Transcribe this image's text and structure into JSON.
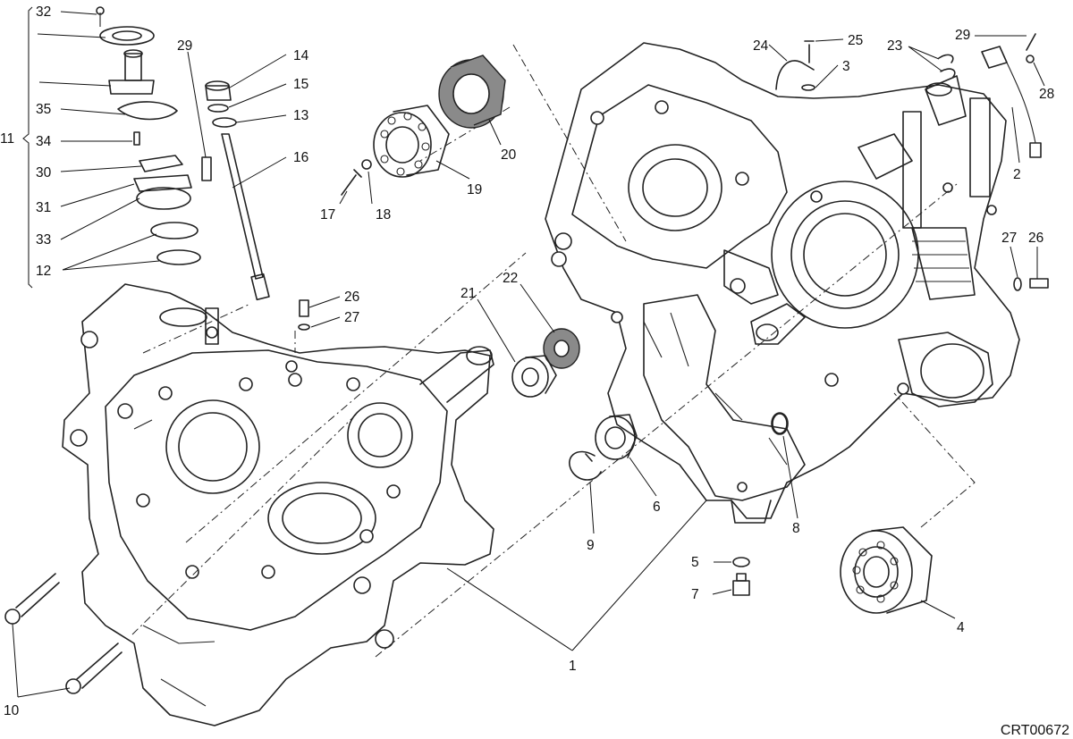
{
  "drawing_code": "CRT00672",
  "callouts": [
    "1",
    "2",
    "3",
    "4",
    "5",
    "6",
    "7",
    "8",
    "9",
    "10",
    "11",
    "12",
    "13",
    "14",
    "15",
    "16",
    "17",
    "18",
    "19",
    "20",
    "21",
    "22",
    "23",
    "24",
    "25",
    "26",
    "27",
    "28",
    "29",
    "30",
    "31",
    "32",
    "33",
    "34",
    "35"
  ]
}
